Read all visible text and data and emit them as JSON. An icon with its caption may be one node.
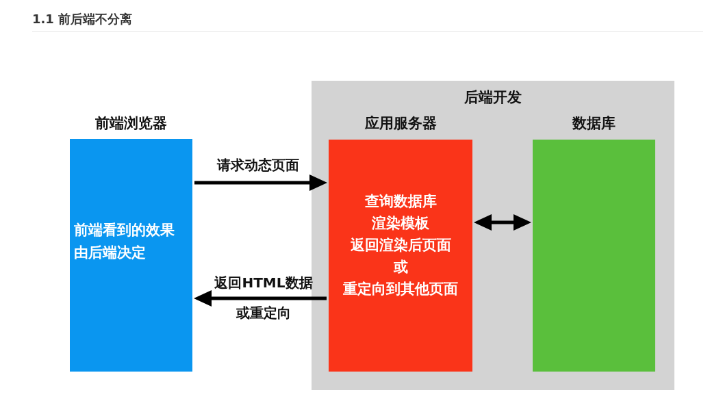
{
  "diagram": {
    "title": "1.1 前后端不分离",
    "nodes": [
      {
        "text": [
          "前端浏览器",
          "前端看到的效果由后端决定"
        ]
      },
      {
        "text": [
          "后端开发"
        ]
      },
      {
        "text": [
          "应用服务器",
          "查询数据库",
          "渲染模板",
          "返回渲染后页面",
          "或",
          "重定向到其他页面"
        ],
        "in": 1
      },
      {
        "text": [
          "数据库"
        ],
        "in": 1
      }
    ],
    "edges": [
      {
        "from": 0,
        "to": 2,
        "arrow": "to",
        "label": "请求动态页面"
      },
      {
        "from": 2,
        "to": 0,
        "arrow": "to",
        "label": "返回HTML数据或重定向"
      },
      {
        "from": 2,
        "to": 3,
        "arrow": "both"
      }
    ]
  }
}
